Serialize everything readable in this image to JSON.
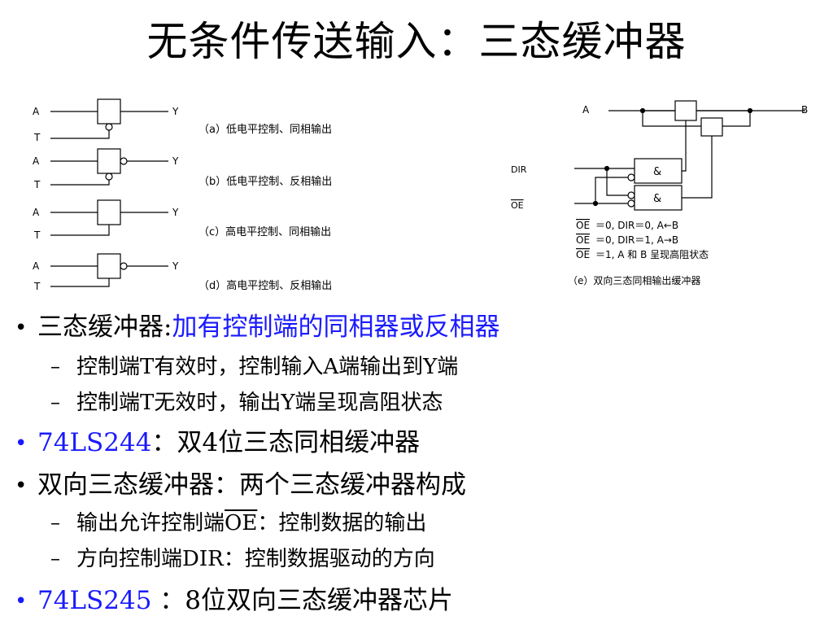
{
  "title": "无条件传送输入：三态缓冲器",
  "figure": {
    "left_rows": [
      {
        "in": "A",
        "out": "Y",
        "ctrl": "T",
        "caption": "（a）低电平控制、同相输出"
      },
      {
        "in": "A",
        "out": "Y",
        "ctrl": "T",
        "caption": "（b）低电平控制、反相输出"
      },
      {
        "in": "A",
        "out": "Y",
        "ctrl": "T",
        "caption": "（c）高电平控制、同相输出"
      },
      {
        "in": "A",
        "out": "Y",
        "ctrl": "T",
        "caption": "（d）高电平控制、反相输出"
      }
    ],
    "right": {
      "a": "A",
      "b": "B",
      "dir": "DIR",
      "oe": "OE",
      "and": "&",
      "truth": [
        {
          "oe": "OE",
          "rest": "＝0,  DIR＝0,  A←B"
        },
        {
          "oe": "OE",
          "rest": "＝0,  DIR＝1,  A→B"
        },
        {
          "oe": "OE",
          "rest": "＝1,  A 和 B 呈现高阻状态"
        }
      ],
      "caption": "（e）双向三态同相输出缓冲器"
    }
  },
  "bullets": {
    "b1_prefix": "三态缓冲器:",
    "b1_highlight": "加有控制端的同相器或反相器",
    "b1_sub1": "控制端T有效时，控制输入A端输出到Y端",
    "b1_sub2": "控制端T无效时，输出Y端呈现高阻状态",
    "b2_highlight": "74LS244",
    "b2_rest": "：双4位三态同相缓冲器",
    "b3": "双向三态缓冲器：两个三态缓冲器构成",
    "b3_sub1_prefix": "输出允许控制端",
    "b3_sub1_oe": "OE",
    "b3_sub1_rest": "：控制数据的输出",
    "b3_sub2": "方向控制端DIR：控制数据驱动的方向",
    "b4_highlight": "74LS245",
    "b4_rest": " ：8位双向三态缓冲器芯片"
  },
  "colors": {
    "accent_blue": "#1a1aff",
    "text": "#000000"
  }
}
